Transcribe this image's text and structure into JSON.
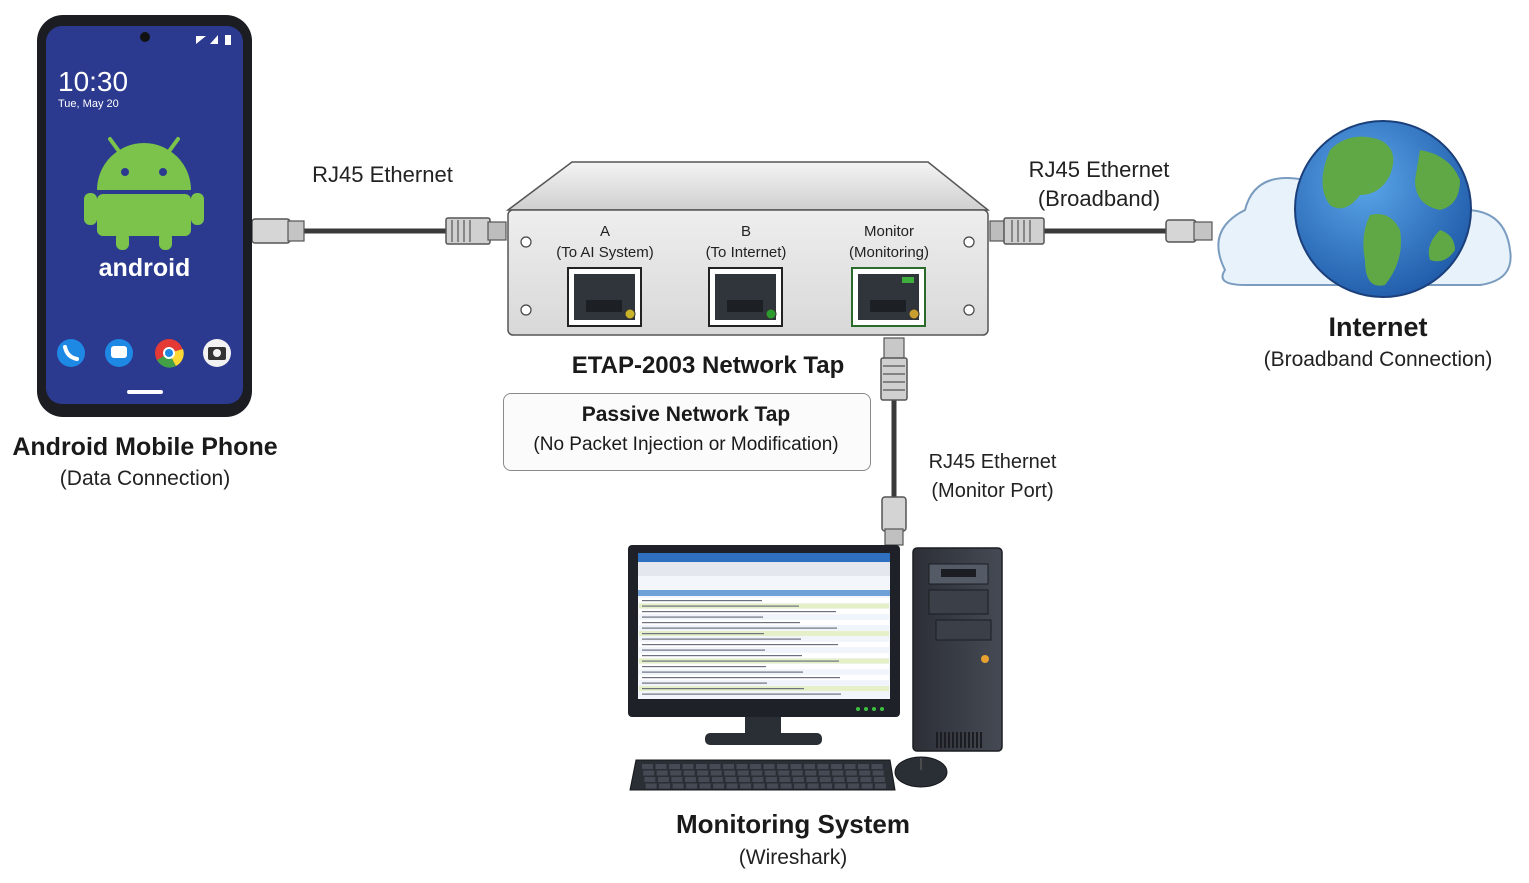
{
  "phone": {
    "time": "10:30",
    "date": "Tue, May 20",
    "brand": "android",
    "title": "Android Mobile Phone",
    "subtitle": "(Data Connection)"
  },
  "cables": {
    "phone_to_tap": "RJ45 Ethernet",
    "tap_to_internet_line1": "RJ45 Ethernet",
    "tap_to_internet_line2": "(Broadband)",
    "tap_to_monitor_line1": "RJ45 Ethernet",
    "tap_to_monitor_line2": "(Monitor Port)"
  },
  "tap": {
    "name": "ETAP-2003 Network Tap",
    "ports": [
      {
        "label": "A",
        "sub": "(To AI System)",
        "led": "#c9b32a"
      },
      {
        "label": "B",
        "sub": "(To Internet)",
        "led": "#2e9b2e"
      },
      {
        "label": "Monitor",
        "sub": "(Monitoring)",
        "led": "#c9a030"
      }
    ],
    "note_title": "Passive Network Tap",
    "note_sub": "(No Packet Injection or Modification)"
  },
  "internet": {
    "title": "Internet",
    "subtitle": "(Broadband Connection)"
  },
  "monitor": {
    "title": "Monitoring System",
    "subtitle": "(Wireshark)"
  },
  "colors": {
    "android_green": "#7bc34a",
    "phone_screen": "#2b3a8f",
    "globe_ocean": "#2f78c8",
    "globe_land": "#5fa845",
    "tap_body": "#e4e4e4",
    "cable": "#3a3a3a"
  }
}
